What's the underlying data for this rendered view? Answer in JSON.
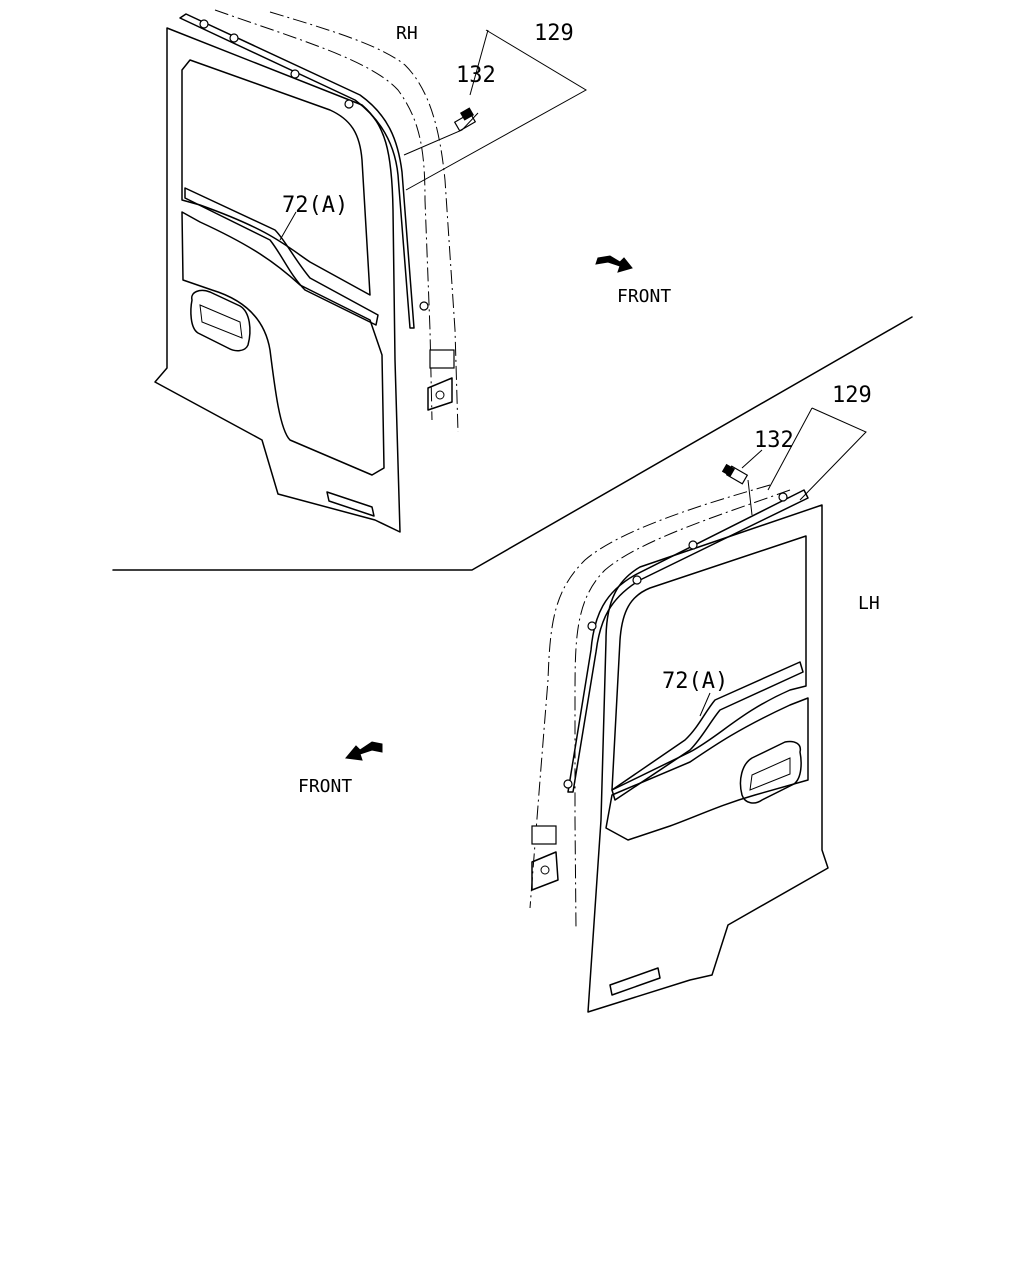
{
  "labels": {
    "rh": "RH",
    "lh": "LH",
    "front_top": "FRONT",
    "front_bottom": "FRONT",
    "ref_129_top": "129",
    "ref_132_top": "132",
    "ref_72a_top": "72(A)",
    "ref_129_bottom": "129",
    "ref_132_bottom": "132",
    "ref_72a_bottom": "72(A)"
  },
  "icons": {
    "front_arrow_top": "arrow-down-right-icon",
    "front_arrow_bottom": "arrow-down-left-icon"
  }
}
